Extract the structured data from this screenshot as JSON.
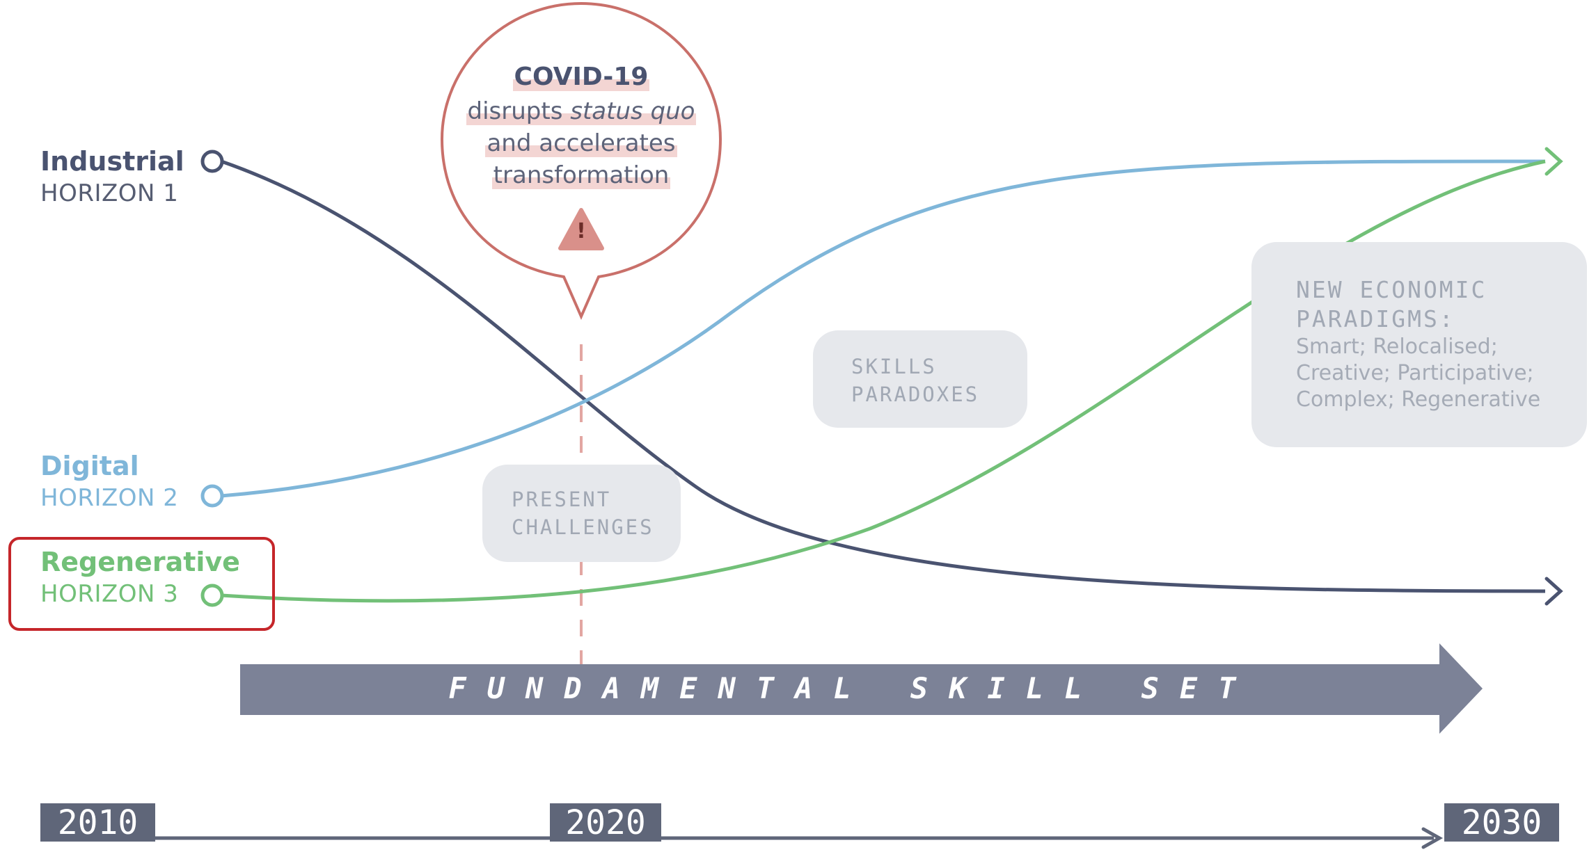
{
  "horizons": [
    {
      "title": "Industrial",
      "subtitle": "HORIZON 1",
      "color": "#4a5370"
    },
    {
      "title": "Digital",
      "subtitle": "HORIZON 2",
      "color": "#7fb6d9"
    },
    {
      "title": "Regenerative",
      "subtitle": "HORIZON 3",
      "color": "#72c078"
    }
  ],
  "covid": {
    "title": "COVID-19",
    "line1_prefix": "disrupts ",
    "line1_italic": "status quo",
    "line2": "and accelerates",
    "line3": "transformation",
    "warning_glyph": "!",
    "color": "#c9706a"
  },
  "boxes": {
    "present": {
      "line1": "PRESENT",
      "line2": "CHALLENGES"
    },
    "skills": {
      "line1": "SKILLS",
      "line2": "PARADOXES"
    },
    "economic": {
      "heading1": "NEW ECONOMIC",
      "heading2": "PARADIGMS:",
      "body1": "Smart; Relocalised;",
      "body2": "Creative; Participative;",
      "body3": "Complex; Regenerative"
    }
  },
  "skill_set": "FUNDAMENTAL SKILL SET",
  "timeline": {
    "years": [
      "2010",
      "2020",
      "2030"
    ],
    "color": "#5f6679"
  },
  "highlight_color": "#c5262a"
}
